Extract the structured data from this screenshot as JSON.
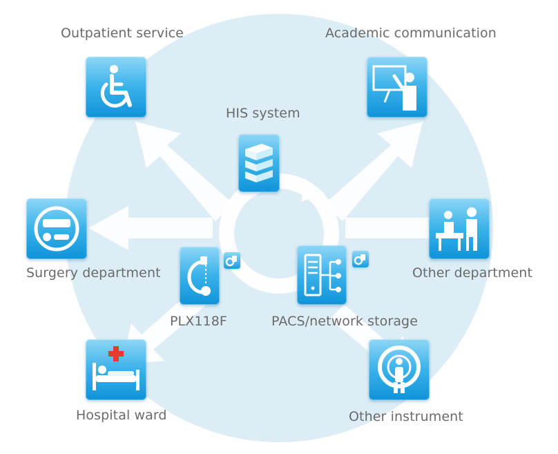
{
  "diagram": {
    "center": {
      "his": "HIS system",
      "plx": "PLX118F",
      "pacs": "PACS/network storage"
    },
    "nodes": {
      "outpatient": "Outpatient service",
      "academic": "Academic communication",
      "surgery": "Surgery department",
      "other_department": "Other department",
      "hospital_ward": "Hospital ward",
      "other_instrument": "Other instrument"
    }
  },
  "colors": {
    "background_circle": "#dcedf5",
    "arrow": "#ffffff",
    "tile_top": "#8fd6f6",
    "tile_bottom": "#0f93d9",
    "label_text": "#6a6a6a",
    "cross_red": "#e63a2e"
  },
  "icons": {
    "outpatient": "wheelchair-icon",
    "academic": "teacher-board-icon",
    "surgery": "surgery-lamp-icon",
    "other_department": "reception-desk-icon",
    "hospital_ward": "hospital-bed-icon",
    "other_instrument": "mri-scanner-icon",
    "his": "server-stack-icon",
    "plx": "c-arm-icon",
    "pacs": "network-storage-icon",
    "link": "link-icon"
  }
}
